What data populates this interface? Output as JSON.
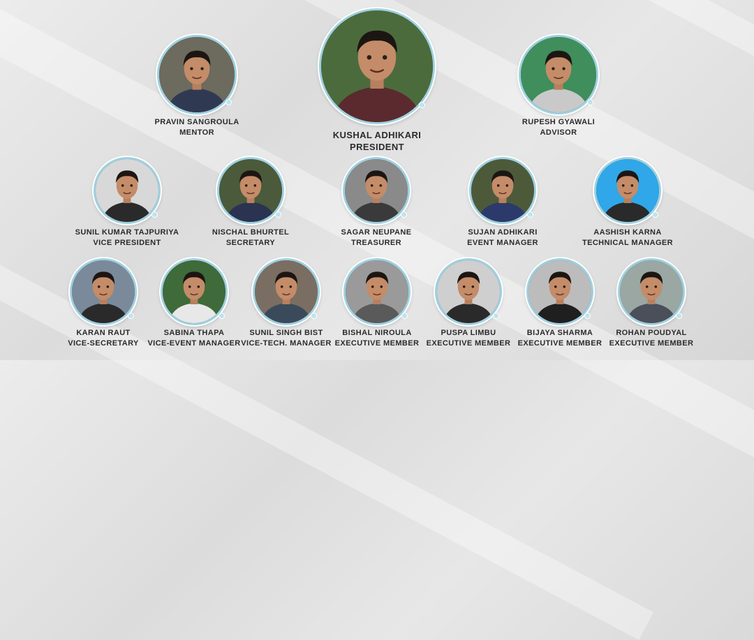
{
  "colors": {
    "ring": "#9fd0df",
    "text": "#2b2b2b"
  },
  "top": [
    {
      "name": "PRAVIN SANGROULA",
      "role": "MENTOR",
      "bg": "#6d6a5e",
      "shirt": "#2f3a52"
    },
    {
      "name": "KUSHAL ADHIKARI",
      "role": "PRESIDENT",
      "bg": "#4c6b3c",
      "shirt": "#5a2a2e"
    },
    {
      "name": "RUPESH GYAWALI",
      "role": "ADVISOR",
      "bg": "#3f8e5b",
      "shirt": "#c9c9c9"
    }
  ],
  "middle": [
    {
      "name": "SUNIL KUMAR TAJPURIYA",
      "role": "VICE PRESIDENT",
      "bg": "#d8d8d8",
      "shirt": "#2a2a2a"
    },
    {
      "name": "NISCHAL BHURTEL",
      "role": "SECRETARY",
      "bg": "#4a5a3a",
      "shirt": "#2a3350"
    },
    {
      "name": "SAGAR NEUPANE",
      "role": "TREASURER",
      "bg": "#8a8a8a",
      "shirt": "#3a3a3a"
    },
    {
      "name": "SUJAN ADHIKARI",
      "role": "EVENT MANAGER",
      "bg": "#4d5a3a",
      "shirt": "#2b3a6a"
    },
    {
      "name": "AASHISH KARNA",
      "role": "TECHNICAL MANAGER",
      "bg": "#2fa7e8",
      "shirt": "#2a2a2a"
    }
  ],
  "bottom": [
    {
      "name": "KARAN RAUT",
      "role": "VICE-SECRETARY",
      "bg": "#7a8a9a",
      "shirt": "#2a2a2a"
    },
    {
      "name": "SABINA THAPA",
      "role": "VICE-EVENT MANAGER",
      "bg": "#3f6a3a",
      "shirt": "#e8e8e8"
    },
    {
      "name": "SUNIL SINGH BIST",
      "role": "VICE-TECH. MANAGER",
      "bg": "#7a6e62",
      "shirt": "#3a4a5a"
    },
    {
      "name": "BISHAL NIROULA",
      "role": "EXECUTIVE MEMBER",
      "bg": "#9a9a9a",
      "shirt": "#5a5a5a"
    },
    {
      "name": "PUSPA LIMBU",
      "role": "EXECUTIVE MEMBER",
      "bg": "#cfcfcf",
      "shirt": "#2a2a2a"
    },
    {
      "name": "BIJAYA SHARMA",
      "role": "EXECUTIVE MEMBER",
      "bg": "#bcbcbc",
      "shirt": "#1f1f1f"
    },
    {
      "name": "ROHAN POUDYAL",
      "role": "EXECUTIVE MEMBER",
      "bg": "#9aa7a2",
      "shirt": "#4a4f5a"
    }
  ]
}
